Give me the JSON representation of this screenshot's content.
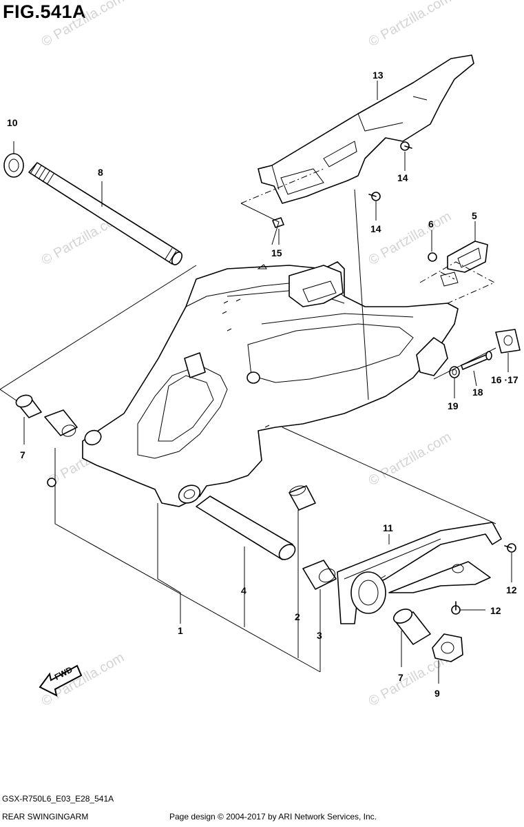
{
  "figure_title": "FIG.541A",
  "footer": {
    "model_code": "GSX-R750L6_E03_E28_541A",
    "part_name": "REAR SWINGINGARM",
    "copyright": "Page design © 2004-2017 by ARI Network Services, Inc."
  },
  "watermark": "© Partzilla.com",
  "fwd_label": "FWD",
  "callouts": {
    "c1": "1",
    "c2": "2",
    "c3": "3",
    "c4": "4",
    "c5": "5",
    "c6": "6",
    "c7a": "7",
    "c7b": "7",
    "c8": "8",
    "c9": "9",
    "c10": "10",
    "c11": "11",
    "c12a": "12",
    "c12b": "12",
    "c13": "13",
    "c14a": "14",
    "c14b": "14",
    "c15": "15",
    "c16_17": "16 ·17",
    "c18": "18",
    "c19": "19"
  }
}
